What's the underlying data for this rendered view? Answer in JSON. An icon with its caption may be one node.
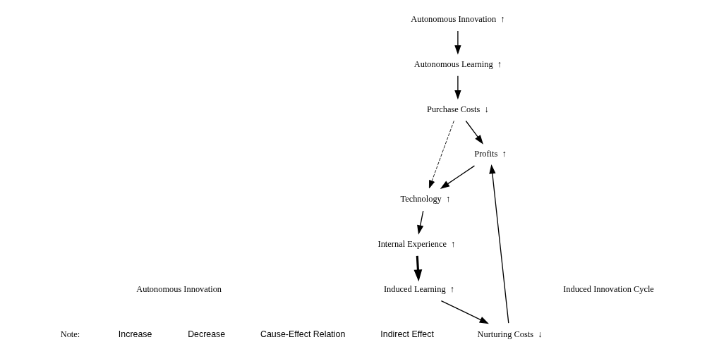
{
  "diagram": {
    "nodes": [
      {
        "text": [
          "Autonomous Innovation"
        ],
        "beside": [
          "↑"
        ]
      },
      {
        "text": [
          "Autonomous Learning"
        ],
        "beside": [
          "↑"
        ]
      },
      {
        "text": [
          "Purchase Costs"
        ],
        "beside": [
          "↓"
        ]
      },
      {
        "text": [
          "Profits"
        ],
        "beside": [
          "↑"
        ]
      },
      {
        "text": [
          "Nurturing Costs"
        ],
        "beside": [
          "↓"
        ]
      },
      {
        "text": [
          "Technology"
        ],
        "beside": [
          "↑"
        ]
      },
      {
        "text": [
          "Internal Experience"
        ],
        "beside": [
          "↑"
        ]
      },
      {
        "text": [
          "Induced Learning"
        ],
        "beside": [
          "↑"
        ]
      }
    ],
    "edges": [
      {
        "from": 0,
        "to": 1,
        "arrow": "to"
      },
      {
        "from": 1,
        "to": 2,
        "arrow": "to"
      },
      {
        "from": 2,
        "to": 3,
        "arrow": "to"
      },
      {
        "from": 3,
        "to": 5,
        "arrow": "to"
      },
      {
        "from": 2,
        "to": 5,
        "arrow": "to",
        "style": "dashed"
      },
      {
        "from": 5,
        "to": 6,
        "arrow": "to"
      },
      {
        "from": 6,
        "to": 7,
        "arrow": "to",
        "style": "thick"
      },
      {
        "from": 7,
        "to": 4,
        "arrow": "to"
      },
      {
        "from": 4,
        "to": 3,
        "arrow": "to"
      }
    ],
    "labels": [
      "Autonomous Innovation",
      "Induced Innovation Cycle",
      "Note:"
    ],
    "legend": [
      {
        "text": "Increase"
      },
      {
        "text": "Decrease"
      },
      {
        "text": "Cause-Effect Relation"
      },
      {
        "text": "Indirect Effect"
      }
    ]
  }
}
